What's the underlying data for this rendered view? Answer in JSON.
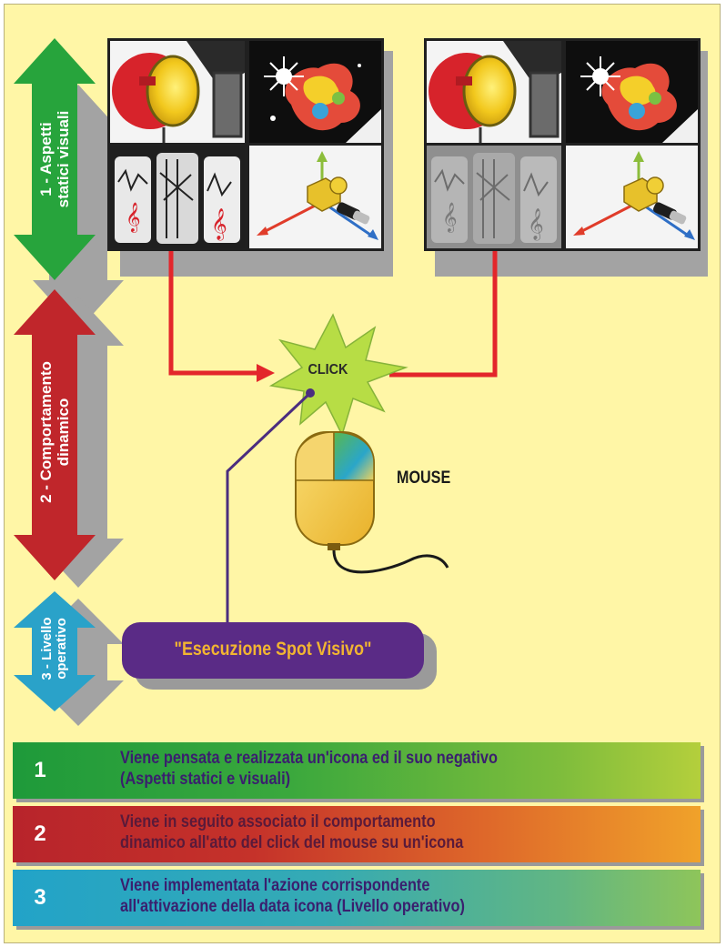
{
  "side_arrows": [
    {
      "label_line1": "1 - Aspetti",
      "label_line2": "statici visuali",
      "color": "#27a43c"
    },
    {
      "label_line1": "2 - Comportamento",
      "label_line2": "dinamico",
      "color": "#c0262b"
    },
    {
      "label_line1": "3 - Livello",
      "label_line2": "operativo",
      "color": "#2aa2c9"
    }
  ],
  "click_label": "CLICK",
  "mouse_label": "MOUSE",
  "action_label": "\"Esecuzione Spot Visivo\"",
  "legend": [
    {
      "number": "1",
      "line1": "Viene pensata e realizzata un'icona ed il suo negativo",
      "line2": "(Aspetti statici e visuali)"
    },
    {
      "number": "2",
      "line1": "Viene in seguito associato il comportamento",
      "line2": "dinamico all'atto del click del mouse su un'icona"
    },
    {
      "number": "3",
      "line1": "Viene implementata l'azione corrispondente",
      "line2": "all'attivazione della data icona (Livello operativo)"
    }
  ],
  "colors": {
    "background": "#fff6a6",
    "connector": "#e3262b",
    "mouse_cable": "#4b2d7f",
    "burst": "#b7dd45",
    "pill": "#5a2b86",
    "pill_text": "#f2b531"
  },
  "icons": [
    "spotlight-icon",
    "sparkle-figure-icon",
    "music-scroll-icon",
    "axes-cube-icon",
    "mouse-icon",
    "click-burst-icon"
  ]
}
